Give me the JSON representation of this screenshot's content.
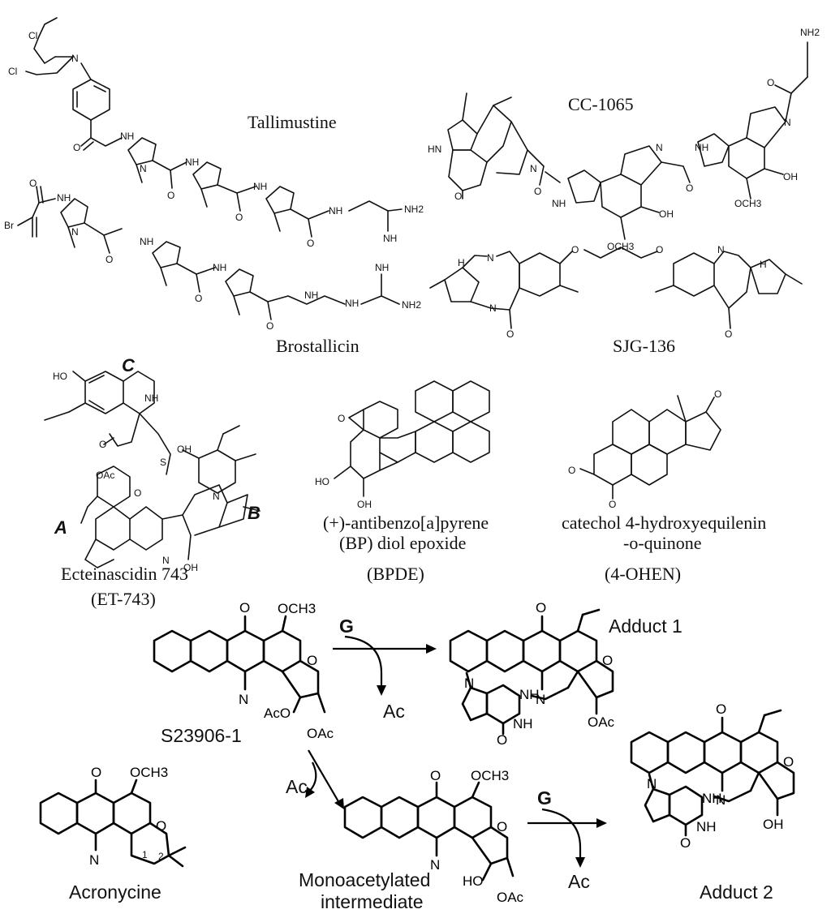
{
  "compounds": {
    "tallimustine": "Tallimustine",
    "brostallicin": "Brostallicin",
    "cc1065": "CC-1065",
    "sjg136": "SJG-136",
    "et743_name": "Ecteinascidin  743",
    "et743_abbr": "(ET-743)",
    "bpde_line1": "(+)-antibenzo[a]pyrene",
    "bpde_line2": "(BP) diol epoxide",
    "bpde_abbr": "(BPDE)",
    "ohen_line1": "catechol 4-hydroxyequilenin",
    "ohen_line2": "-o-quinone",
    "ohen_abbr": "(4-OHEN)",
    "s23906": "S23906-1",
    "acronycine": "Acronycine",
    "mono_line1": "Monoacetylated",
    "mono_line2": "intermediate",
    "adduct1": "Adduct 1",
    "adduct2": "Adduct 2"
  },
  "ring_letters": {
    "a": "A",
    "b": "B",
    "c": "C"
  },
  "reagents": {
    "g": "G",
    "ac": "Ac"
  },
  "atoms": {
    "cl": "Cl",
    "n": "N",
    "nh": "NH",
    "hn": "HN",
    "nh2": "NH2",
    "o": "O",
    "oh": "OH",
    "ho": "HO",
    "br": "Br",
    "och3": "OCH3",
    "oac": "OAc",
    "aco": "AcO",
    "s": "S",
    "h": "H",
    "one": "1",
    "two": "2"
  }
}
